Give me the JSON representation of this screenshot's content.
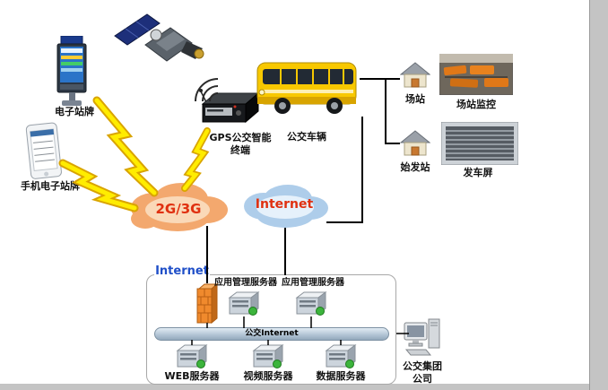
{
  "labels": {
    "kiosk": "电子站牌",
    "phone": "手机电子站牌",
    "gps_line1": "GPS公交智能",
    "gps_line2": "终端",
    "bus": "公交车辆",
    "station": "场站",
    "station_monitor": "场站监控",
    "origin_station": "始发站",
    "departure_screen": "发车屏",
    "cloud_2g3g": "2G/3G",
    "cloud_internet": "Internet",
    "internet_link": "Internet",
    "app_server_1": "应用管理服务器",
    "app_server_2": "应用管理服务器",
    "backbone": "公交Internet",
    "web_server": "WEB服务器",
    "video_server": "视频服务器",
    "data_server": "数据服务器",
    "company_line1": "公交集团",
    "company_line2": "公司"
  },
  "colors": {
    "cloud_text": "#e03010",
    "internet_link_text": "#1f4fc8",
    "lightning": "#ffec00",
    "bus_body": "#f8c800",
    "firewall": "#f08a2d",
    "cloud_2g3g_fill": "#f3a86e",
    "cloud_internet_fill": "#aecdea",
    "page_background": "#ffffff",
    "desk_background": "#c4c4c4"
  }
}
